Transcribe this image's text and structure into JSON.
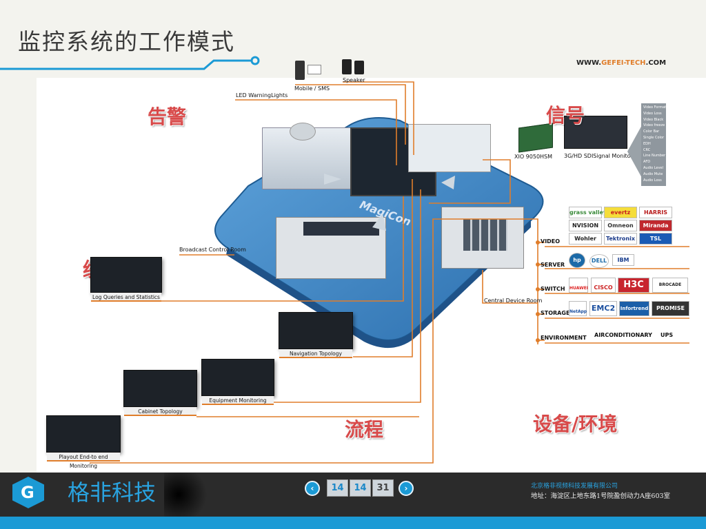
{
  "header": {
    "title": "监控系统的工作模式"
  },
  "website": {
    "prefix": "WWW.",
    "brand": "GEFEI-TECH",
    "suffix": ".COM"
  },
  "sections": {
    "alarm": "告警",
    "signal": "信号",
    "statistics": "统计",
    "process": "流程",
    "equipment_env": "设备/环境"
  },
  "labels": {
    "mobile_sms": "Mobile / SMS",
    "speaker": "Speaker",
    "led": "LED WarningLights",
    "xio": "XIO 9050HSM",
    "sdi": "3G/HD SDISignal Monitoring",
    "broadcast_room": "Broadcast Control Room",
    "central_room": "Central Device Room",
    "magicon": "MagiCon"
  },
  "signal_items": [
    "Video Format",
    "Video Loss",
    "Video Black",
    "Video freeze",
    "Color Bar",
    "Single Color",
    "EDH",
    "CRC",
    "Line Number",
    "AFD",
    "Audio Level",
    "Audio Mute",
    "Audio Loss"
  ],
  "screens": {
    "log": "Log Queries and Statistics",
    "navigation": "Navigation Topology",
    "equipment": "Equipment Monitoring",
    "cabinet": "Cabinet Topology",
    "playout": "Playout End-to end Monitoring"
  },
  "categories": {
    "video": "VIDEO",
    "server": "SERVER",
    "switch": "SWITCH",
    "storage": "STORAGE",
    "environment": "ENVIRONMENT"
  },
  "vendors": {
    "video": [
      "grass valley",
      "evertz",
      "HARRIS",
      "NVISION",
      "Omneon",
      "Miranda",
      "Wohler",
      "Tektronix",
      "TSL"
    ],
    "server": [
      "hp",
      "DELL",
      "IBM"
    ],
    "switch": [
      "HUAWEI",
      "CISCO",
      "H3C",
      "BROCADE"
    ],
    "storage": [
      "NetApp",
      "EMC2",
      "Infortrend",
      "PROMISE"
    ],
    "environment": [
      "AIRCONDITIONARY",
      "UPS"
    ]
  },
  "footer": {
    "brand": "格非科技",
    "prev_icon": "‹",
    "next_icon": "›",
    "pages": [
      "14",
      "14",
      "31"
    ],
    "company": "北京格非视频科技发展有限公司",
    "address": "地址：海淀区上地东路1号院盈创动力A座603室"
  },
  "colors": {
    "accent": "#1b9ad5",
    "connector": "#e07d2a",
    "alert": "#d84a4a",
    "platform": "#3d84c4"
  }
}
